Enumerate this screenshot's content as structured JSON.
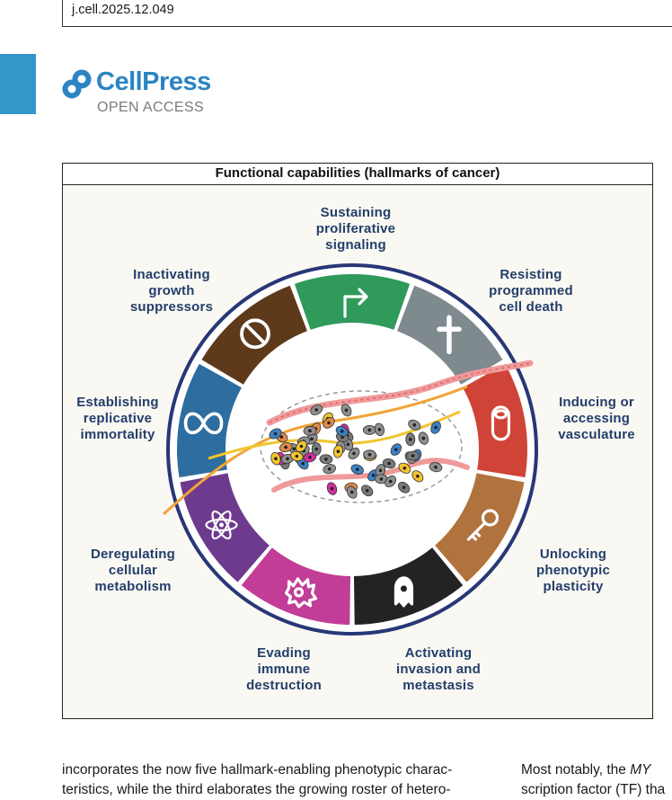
{
  "doi": "j.cell.2025.12.049",
  "logo": {
    "name": "CellPress",
    "subtitle": "OPEN ACCESS",
    "name_color": "#2b84c3"
  },
  "figure": {
    "header": "Functional capabilities (hallmarks of cancer)",
    "hallmarks": [
      {
        "label": "Sustaining\nproliferative\nsignaling",
        "color": "#2f9a5a",
        "icon": "arrow-icon"
      },
      {
        "label": "Resisting\nprogrammed\ncell death",
        "color": "#7f8a8f",
        "icon": "cross-icon"
      },
      {
        "label": "Inducing or\naccessing\nvasculature",
        "color": "#cf4436",
        "icon": "vessel-icon"
      },
      {
        "label": "Unlocking\nphenotypic\nplasticity",
        "color": "#b0733d",
        "icon": "key-icon"
      },
      {
        "label": "Activating\ninvasion and\nmetastasis",
        "color": "#232323",
        "icon": "ghost-cell-icon"
      },
      {
        "label": "Evading\nimmune\ndestruction",
        "color": "#c13d97",
        "icon": "immune-cell-icon"
      },
      {
        "label": "Deregulating\ncellular\nmetabolism",
        "color": "#6d3a8e",
        "icon": "atom-icon"
      },
      {
        "label": "Establishing\nreplicative\nimmortality",
        "color": "#2e6d9f",
        "icon": "infinity-icon"
      },
      {
        "label": "Inactivating\ngrowth\nsuppressors",
        "color": "#5e3a1b",
        "icon": "no-entry-icon"
      }
    ],
    "ring_color": "#273777",
    "label_color": "#233e6b"
  },
  "body": {
    "left_line1": "incorporates the now five hallmark-enabling phenotypic charac-",
    "left_line2": "teristics, while the third elaborates the growing roster of hetero-",
    "right_line1_prefix": "Most notably, the ",
    "right_line1_italic": "MY",
    "right_line2": "scription factor (TF) tha"
  },
  "side_tab_color": "#3596c8"
}
